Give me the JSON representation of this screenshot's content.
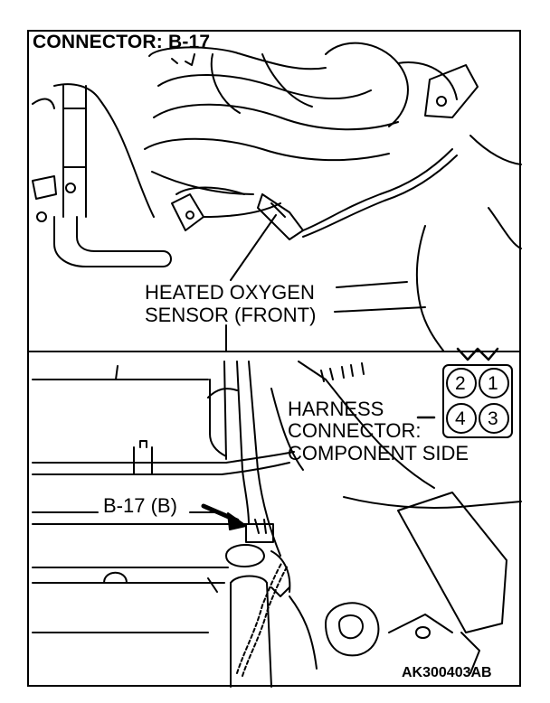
{
  "title": "CONNECTOR: B-17",
  "upper_label": {
    "line1": "HEATED OXYGEN",
    "line2": "SENSOR (FRONT)"
  },
  "harness_label": {
    "line1": "HARNESS",
    "line2": "CONNECTOR:",
    "line3": "COMPONENT SIDE"
  },
  "connector_pins": [
    "2",
    "1",
    "4",
    "3"
  ],
  "callout_label": "B-17 (B)",
  "figure_code": "AK300403AB"
}
